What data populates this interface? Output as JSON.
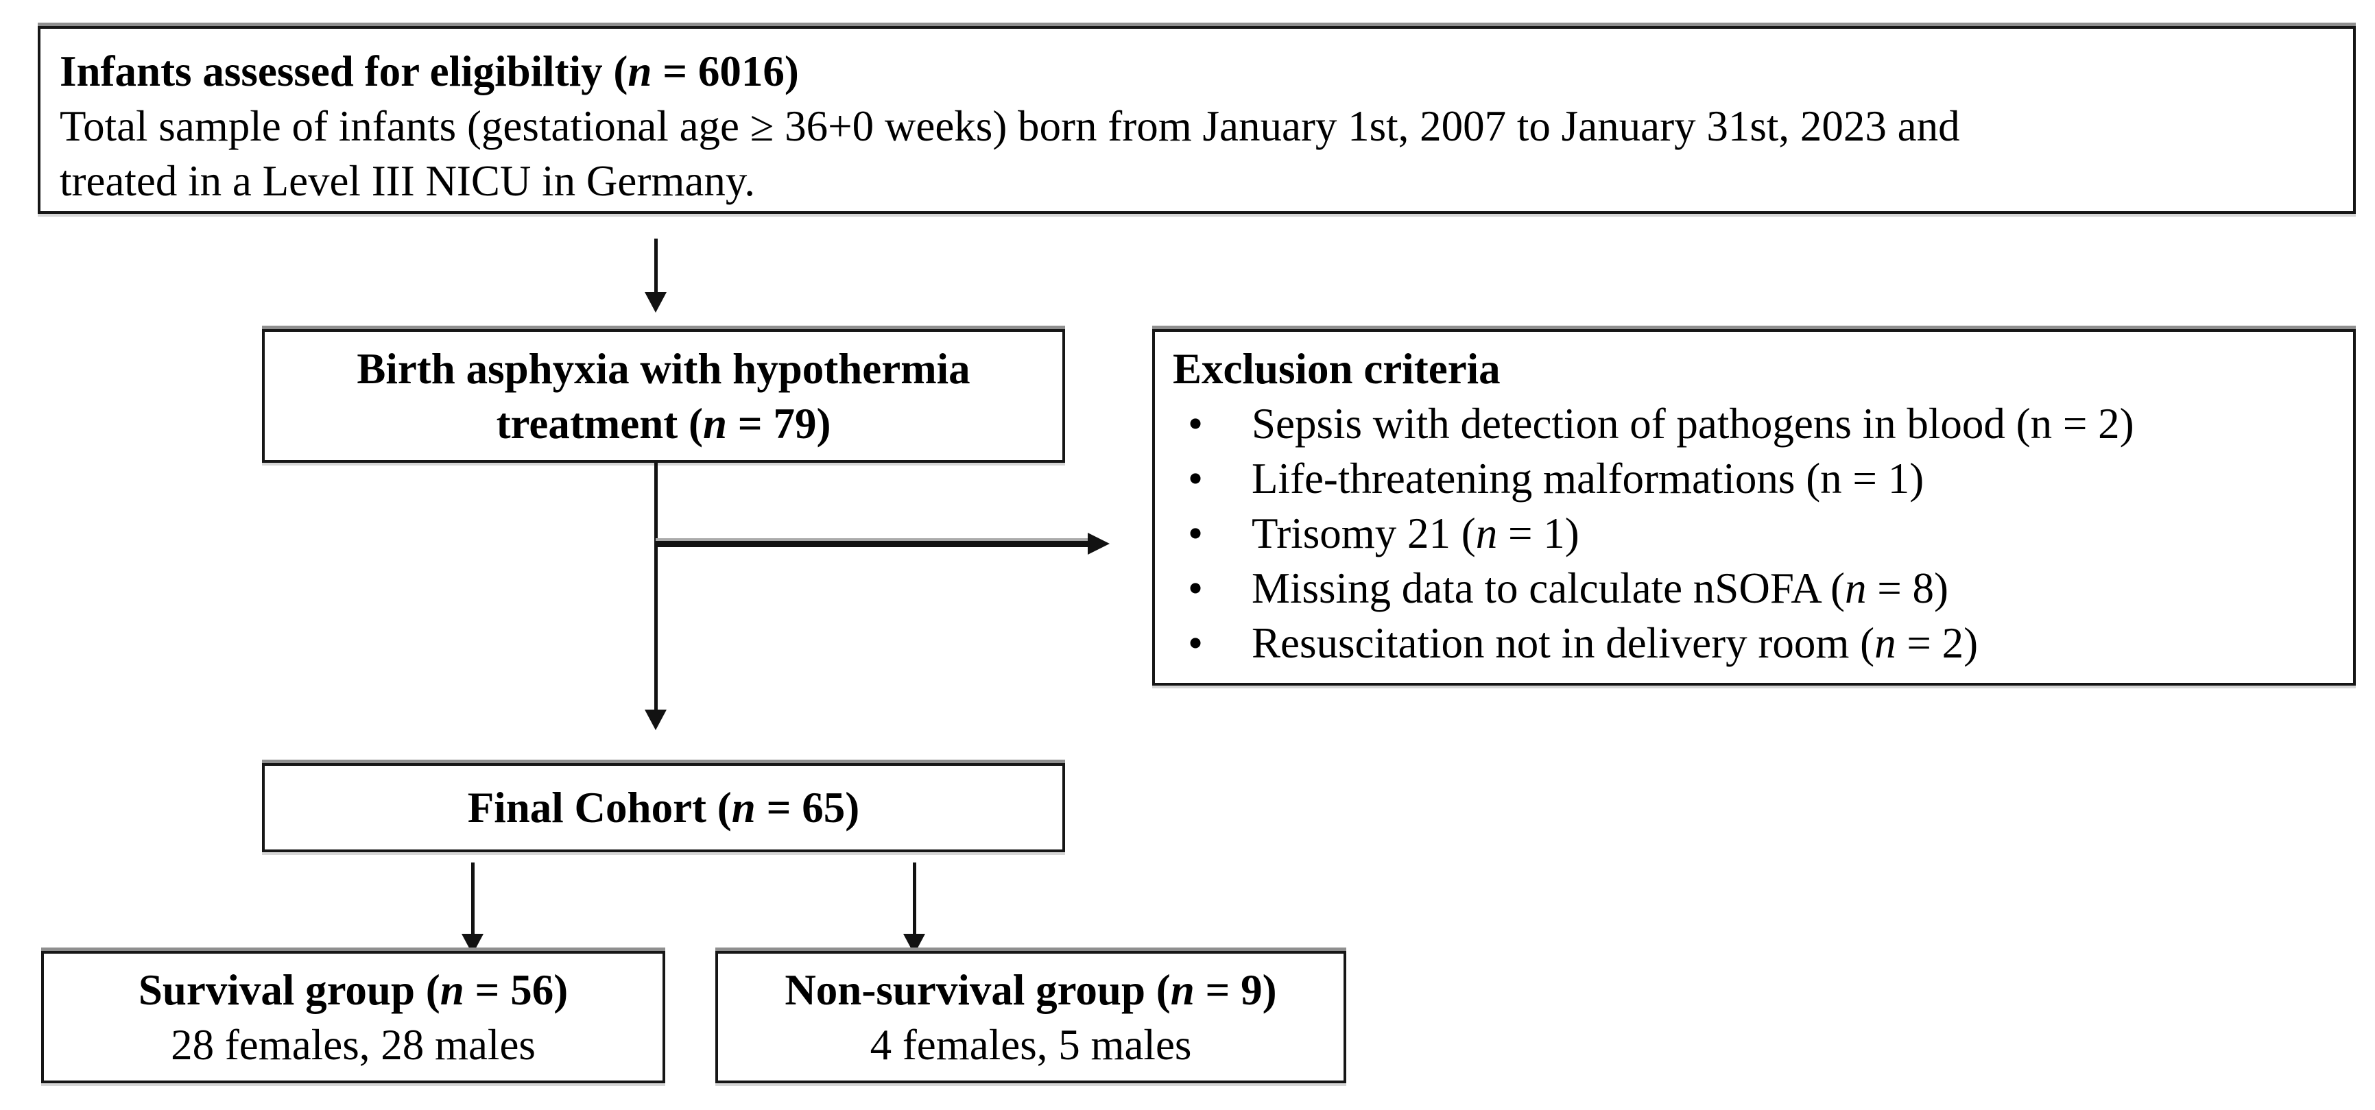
{
  "figure": {
    "eligibility_box": {
      "title": {
        "pre": "Infants assessed for eligibiltiy (",
        "n": "n",
        "post": " = 6016)"
      },
      "body_line1": "Total sample of infants (gestational age ≥ 36+0 weeks) born from January 1st, 2007 to January 31st, 2023 and",
      "body_line2": "treated in a Level III NICU in Germany."
    },
    "asphyxia_box": {
      "line1": "Birth asphyxia with hypothermia",
      "line2": {
        "pre": "treatment (",
        "n": "n",
        "post": " = 79)"
      }
    },
    "exclusion_box": {
      "heading": "Exclusion criteria",
      "bullet_glyph": "•",
      "items": [
        {
          "pre": "Sepsis with detection of pathogens in blood (n = 2)"
        },
        {
          "pre": "Life-threatening malformations (n = 1)"
        },
        {
          "pre": "Trisomy 21 (",
          "n": "n",
          "post": " = 1)"
        },
        {
          "pre": "Missing data to calculate nSOFA (",
          "n": "n",
          "post": " = 8)"
        },
        {
          "pre": "Resuscitation not in delivery room (",
          "n": "n",
          "post": " = 2)"
        }
      ]
    },
    "final_cohort_box": {
      "title": {
        "pre": "Final Cohort (",
        "n": "n",
        "post": " = 65)"
      }
    },
    "survival_box": {
      "title": {
        "pre": "Survival group (",
        "n": "n",
        "post": " = 56)"
      },
      "subtitle": "28 females, 28 males"
    },
    "non_survival_box": {
      "title": {
        "pre": "Non-survival group (",
        "n": "n",
        "post": " = 9)"
      },
      "subtitle": "4 females, 5 males"
    },
    "colors": {
      "background": "#ffffff",
      "border": "#161616",
      "line": "#121212",
      "top_edge_ghost": "#8f8f8f"
    }
  }
}
